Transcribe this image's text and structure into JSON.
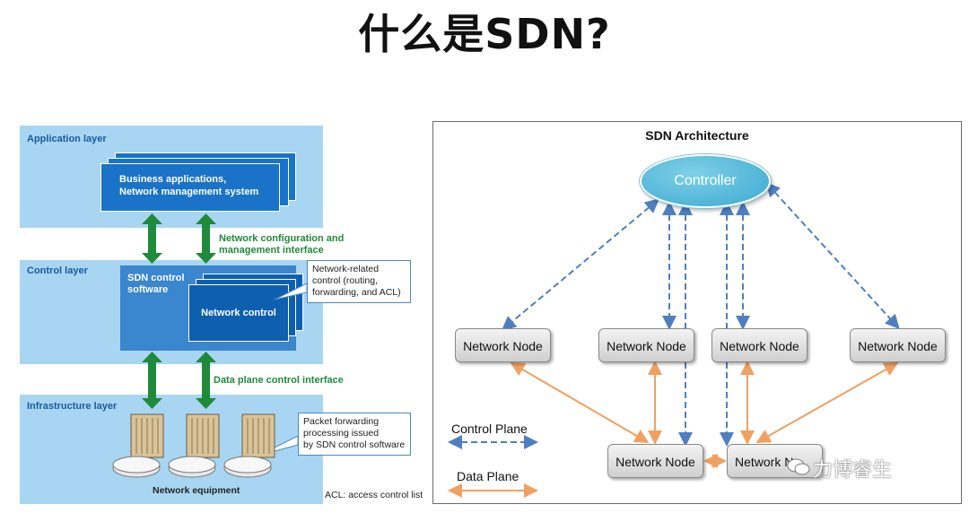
{
  "title": "什么是SDN?",
  "left_diagram": {
    "layers": {
      "application": "Application layer",
      "control": "Control layer",
      "infrastructure": "Infrastructure layer"
    },
    "business_apps": "Business applications,\nNetwork management system",
    "network_config_interface": "Network configuration and\nmanagement interface",
    "sdn_control_software": "SDN control\nsoftware",
    "network_control": "Network control",
    "network_control_callout": "Network-related\ncontrol (routing,\nforwarding, and ACL)",
    "data_plane_interface": "Data plane control interface",
    "packet_callout": "Packet forwarding\nprocessing issued\nby SDN control software",
    "network_equipment": "Network equipment",
    "acl_note": "ACL: access control list"
  },
  "right_diagram": {
    "title": "SDN Architecture",
    "controller": "Controller",
    "top_nodes": [
      "Network Node",
      "Network Node",
      "Network Node",
      "Network Node"
    ],
    "bottom_nodes": [
      "Network Node",
      "Network No"
    ],
    "legend": {
      "control_plane": "Control Plane",
      "data_plane": "Data Plane"
    },
    "colors": {
      "control_plane": "#4f7fc0",
      "data_plane": "#f0a060"
    }
  },
  "watermark": "力博睿生"
}
